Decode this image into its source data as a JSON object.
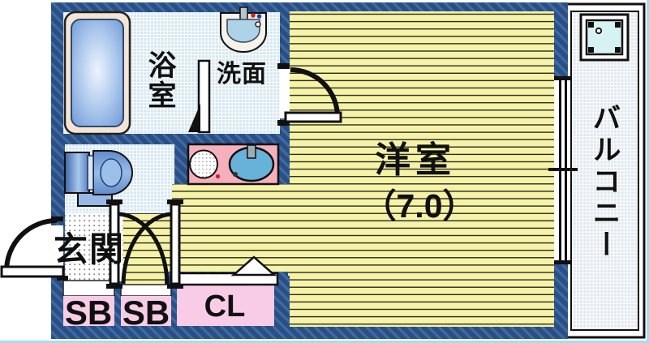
{
  "plan_type": "Japanese one-room apartment floor plan",
  "rooms": {
    "bathroom": {
      "label": "浴室"
    },
    "washroom": {
      "label": "洗面"
    },
    "western_room": {
      "label": "洋室",
      "size_tatami": "（7.0）"
    },
    "balcony": {
      "label": "バルコニー"
    },
    "entrance": {
      "label": "玄関"
    },
    "shoe_box_left": {
      "label": "SB"
    },
    "shoe_box_right": {
      "label": "SB"
    },
    "closet": {
      "label": "CL"
    }
  },
  "fixtures": [
    "bathtub",
    "washbasin",
    "toilet",
    "kitchen-counter",
    "gas-burner",
    "kitchen-sink",
    "laundry-pan",
    "sliding-window",
    "entrance-door",
    "room-door",
    "bathroom-door",
    "shoe-box-door-left",
    "shoe-box-door-right",
    "closet-folding-door"
  ],
  "colors": {
    "wall": "#2b4f82",
    "wall_stripe": "#3e6ba6",
    "room_floor": "#f6f3a8",
    "tile_floor": "#d5e7f1",
    "balcony_floor": "#e2e8ee",
    "kitchen_counter": "#f6afbc",
    "storage_pink": "#f8cce6",
    "edge_line": "#a8daf0"
  }
}
